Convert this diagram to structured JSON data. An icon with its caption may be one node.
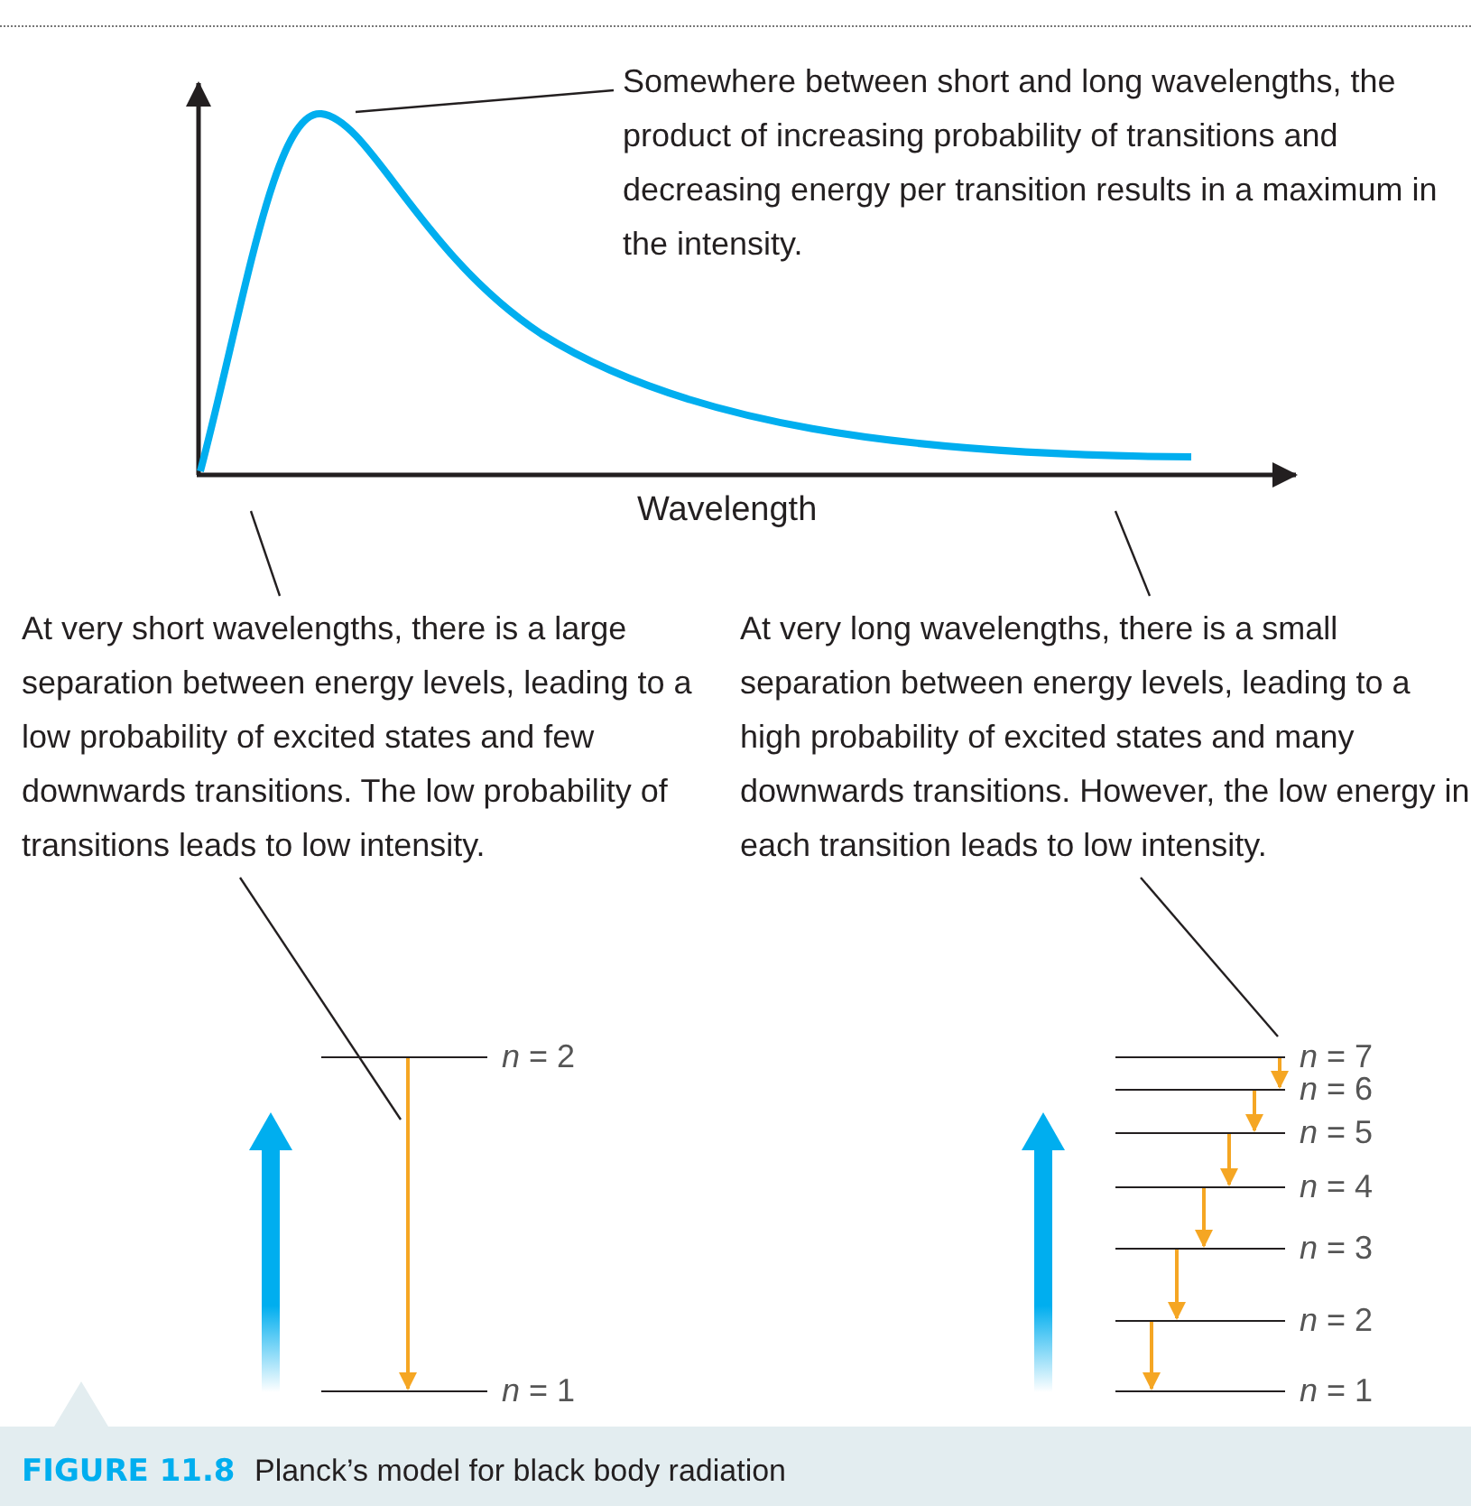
{
  "diagram": {
    "caption": "**FIGURE 11.8** Planck’s model for black body radiation",
    "nodes": [
      {
        "text": [
          "Somewhere between short and long wavelengths, the product of increasing probability of transitions and decreasing energy per transition results in a maximum in the intensity."
        ]
      },
      {
        "text": [
          "At very short wavelengths, there is a large separation between energy levels, leading to a low probability of excited states and few downwards transitions. The low probability of transitions leads to low intensity."
        ]
      },
      {
        "text": [
          "At very long wavelengths, there is a small separation between energy levels, leading to a high probability of excited states and many downwards transitions. However, the low energy in each transition leads to low intensity."
        ]
      },
      {
        "text": [
          "*n* = 2"
        ]
      },
      {
        "text": [
          "*n* = 1"
        ]
      },
      {
        "text": [
          "*n* = 7"
        ]
      },
      {
        "text": [
          "*n* = 6"
        ]
      },
      {
        "text": [
          "*n* = 5"
        ]
      },
      {
        "text": [
          "*n* = 4"
        ]
      },
      {
        "text": [
          "*n* = 3"
        ]
      },
      {
        "text": [
          "*n* = 2"
        ]
      },
      {
        "text": [
          "*n* = 1"
        ]
      }
    ],
    "edges": [
      {
        "from": 0,
        "to": null,
        "arrow": "none",
        "color": "#231f20"
      },
      {
        "from": 1,
        "to": null,
        "arrow": "none",
        "color": "#231f20"
      },
      {
        "from": 2,
        "to": null,
        "arrow": "none",
        "color": "#231f20"
      },
      {
        "from": 1,
        "to": null,
        "arrow": "none",
        "color": "#231f20"
      },
      {
        "from": 2,
        "to": 5,
        "arrow": "none",
        "color": "#231f20"
      },
      {
        "from": 3,
        "to": 4,
        "arrow": "to"
      },
      {
        "from": 5,
        "to": 6,
        "arrow": "to"
      },
      {
        "from": 6,
        "to": 7,
        "arrow": "to"
      },
      {
        "from": 7,
        "to": 8,
        "arrow": "to"
      },
      {
        "from": 8,
        "to": 9,
        "arrow": "to"
      },
      {
        "from": 9,
        "to": 10,
        "arrow": "to"
      },
      {
        "from": 10,
        "to": 11,
        "arrow": "to"
      }
    ],
    "labels": [
      "Wavelength"
    ]
  }
}
